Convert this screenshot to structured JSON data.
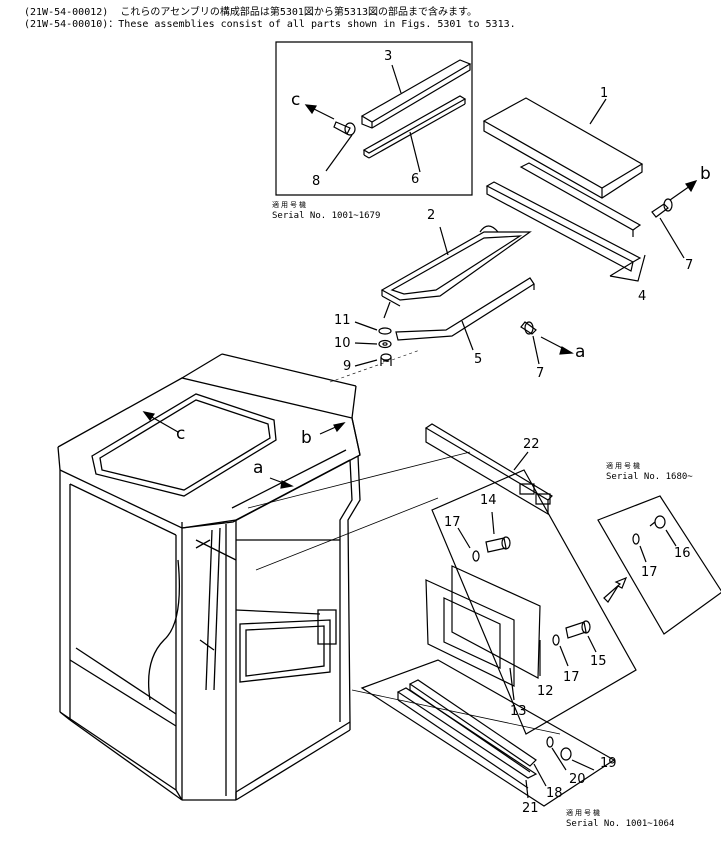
{
  "header": {
    "line1": "(21W-54-00012)  これらのアセンブリの構成部品は第5301図から第5313図の部品まで含みます。",
    "line2": "(21W-54-00010)：These assemblies consist of all parts shown in Figs. 5301 to 5313."
  },
  "serial_notes": [
    {
      "jp": "適用号機",
      "en": "Serial No. 1001~1679"
    },
    {
      "jp": "適用号機",
      "en": "Serial No. 1680~"
    },
    {
      "jp": "適用号機",
      "en": "Serial  No. 1001~1064"
    }
  ],
  "part_numbers": [
    "1",
    "2",
    "3",
    "4",
    "5",
    "6",
    "7",
    "7",
    "8",
    "9",
    "10",
    "11",
    "12",
    "13",
    "14",
    "15",
    "16",
    "17",
    "17",
    "17",
    "18",
    "19",
    "20",
    "21",
    "22"
  ],
  "reference_letters": [
    "a",
    "a",
    "b",
    "b",
    "c",
    "c"
  ]
}
